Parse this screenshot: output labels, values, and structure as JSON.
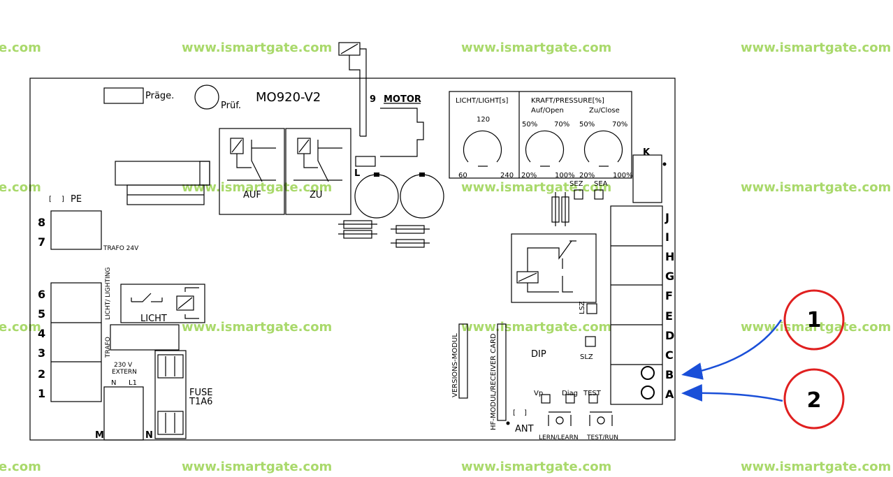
{
  "watermark": "www.ismartgate.com",
  "watermark_fragment": "e.com",
  "colors": {
    "watermark": "#a9d96b",
    "callout_circle": "#e02020",
    "arrow": "#1a4fd8"
  },
  "board": {
    "model": "MO920-V2",
    "praege": "Präge.",
    "pruef": "Prüf.",
    "motor_num": "9",
    "motor": "MOTOR",
    "licht_light": "LICHT/LIGHT[s]",
    "kraft_pressure": "KRAFT/PRESSURE[%]",
    "auf_open": "Auf/Open",
    "zu_close": "Zu/Close",
    "v120": "120",
    "v60": "60",
    "v240": "240",
    "p50a": "50%",
    "p70a": "70%",
    "p50b": "50%",
    "p70b": "70%",
    "p20a": "20%",
    "p100a": "100%",
    "p20b": "20%",
    "p100b": "100%",
    "sez": "SEZ",
    "sea": "SEA",
    "k": "K",
    "l": "L",
    "pe": "PE",
    "auf": "AUF",
    "zu": "ZU",
    "trafo24": "TRAFO 24V",
    "licht_lighting": "LICHT/ LIGHTING",
    "licht": "LICHT",
    "trafo": "TRAFO",
    "v230": "230 V",
    "extern": "EXTERN",
    "n": "N",
    "l1": "L1",
    "m": "M",
    "n2": "N",
    "fuse": "FUSE",
    "t1a6": "T1A6",
    "versions": "VERSIONS-MODUL",
    "hf": "HF-MODUL/RECEIVER CARD",
    "dip": "DIP",
    "lsz": "LSZ",
    "slz": "SLZ",
    "vp": "Vp",
    "diag": "Diag",
    "test": "TEST",
    "ant": "ANT",
    "lern": "LERN/LEARN",
    "testrun": "TEST/RUN",
    "left_terminals": [
      "8",
      "7",
      "6",
      "5",
      "4",
      "3",
      "2",
      "1"
    ],
    "right_terminals": [
      "J",
      "I",
      "H",
      "G",
      "F",
      "E",
      "D",
      "C",
      "B",
      "A"
    ]
  },
  "callouts": [
    "1",
    "2"
  ]
}
